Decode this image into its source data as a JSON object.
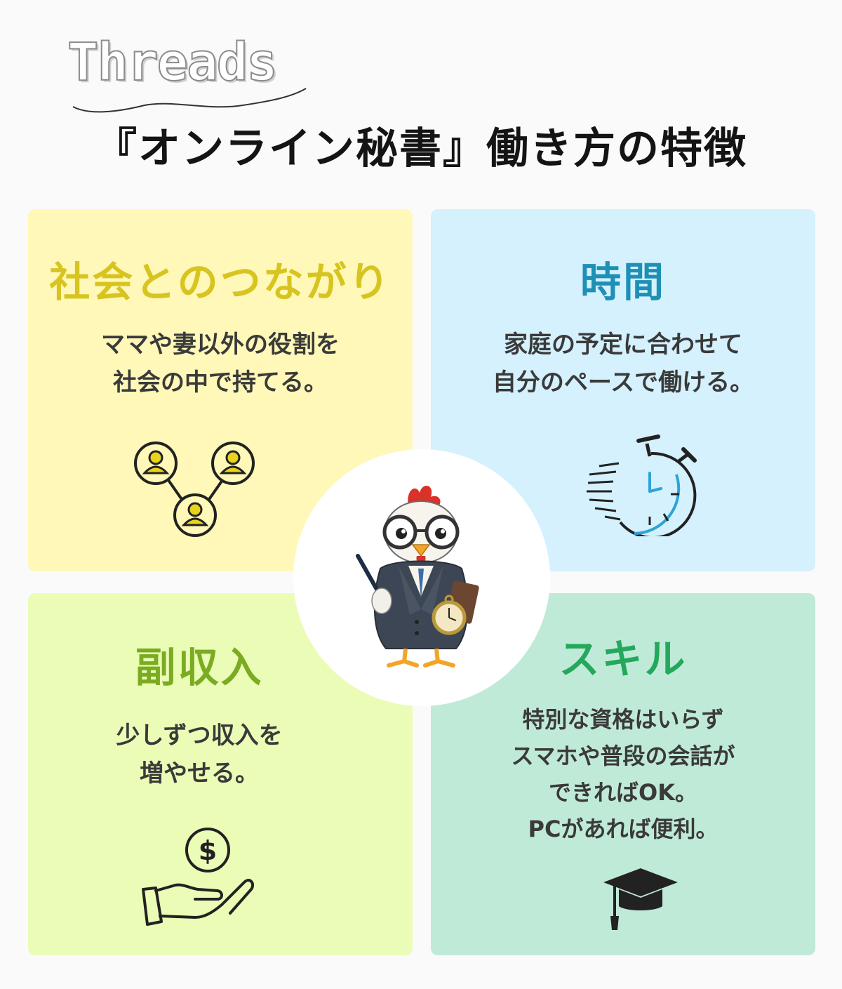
{
  "header": {
    "brand": "Threads",
    "title": "『オンライン秘書』働き方の特徴"
  },
  "cards": [
    {
      "heading": "社会とのつながり",
      "body": "ママや妻以外の役割を\n社会の中で持てる。",
      "icon": "people-network-icon",
      "color": "#d8c420"
    },
    {
      "heading": "時間",
      "body": "家庭の予定に合わせて\n自分のペースで働ける。",
      "icon": "stopwatch-icon",
      "color": "#1e90b6"
    },
    {
      "heading": "副収入",
      "body": "少しずつ収入を\n増やせる。",
      "icon": "hand-coin-icon",
      "color": "#7bab22"
    },
    {
      "heading": "スキル",
      "body": "特別な資格はいらず\nスマホや普段の会話が\nできればOK。\nPCがあれば便利。",
      "icon": "graduation-cap-icon",
      "color": "#23a85c"
    }
  ],
  "center": {
    "icon": "rooster-mascot-icon"
  }
}
